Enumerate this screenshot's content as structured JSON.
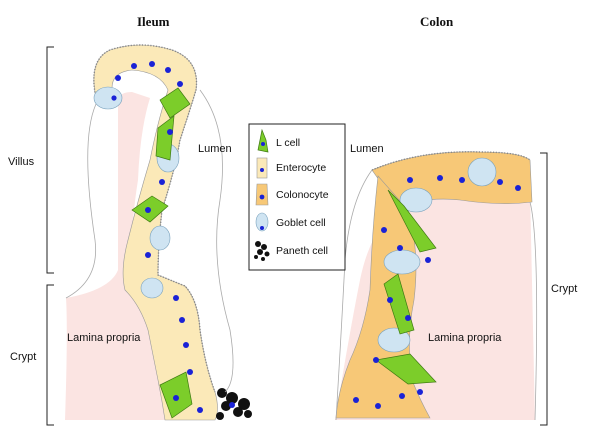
{
  "titles": {
    "ileum": "Ileum",
    "colon": "Colon"
  },
  "labels": {
    "villus": "Villus",
    "crypt_left": "Crypt",
    "crypt_right": "Crypt",
    "lumen_left": "Lumen",
    "lumen_right": "Lumen",
    "lamina_left": "Lamina propria",
    "lamina_right": "Lamina propria"
  },
  "legend": [
    {
      "label": "L cell",
      "icon": "l-cell-icon",
      "color": "#7ccd2a"
    },
    {
      "label": "Enterocyte",
      "icon": "enterocyte-icon",
      "color": "#fbe9b8"
    },
    {
      "label": "Colonocyte",
      "icon": "colonocyte-icon",
      "color": "#f7c877"
    },
    {
      "label": "Goblet cell",
      "icon": "goblet-cell-icon",
      "color": "#cfe4f2"
    },
    {
      "label": "Paneth cell",
      "icon": "paneth-cell-icon",
      "color": "#111111"
    }
  ],
  "colors": {
    "enterocyte": "#fbe9b8",
    "colonocyte": "#f7c877",
    "l_cell": "#7ccd2a",
    "goblet": "#cfe4f2",
    "nucleus": "#1a22d6",
    "lamina": "#fbe4e2"
  }
}
